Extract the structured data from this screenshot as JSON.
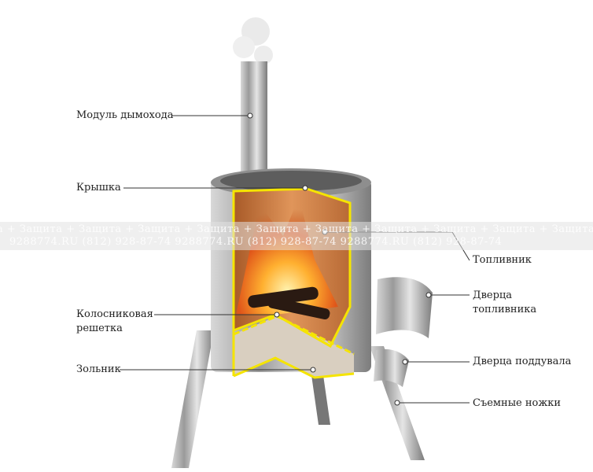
{
  "labels": {
    "chimney": "Модуль дымохода",
    "lid": "Крышка",
    "firebox": "Топливник",
    "grate_line1": "Колосниковая",
    "grate_line2": "решетка",
    "ashpan": "Зольник",
    "firebox_door_line1": "Дверца",
    "firebox_door_line2": "топливника",
    "ash_door": "Дверца поддувала",
    "legs": "Съемные ножки"
  },
  "watermark": {
    "row1": "а +     Защита +     Защита +     Защита +     Защита +     Защита +     Защита +     Защита +     Защита +     Защита +     Защита +",
    "row2": "9288774.RU    (812) 928-87-74    9288774.RU    (812) 928-87-74    9288774.RU    (812) 928-87-74"
  },
  "colors": {
    "highlight": "#f5e400",
    "copper": "#c9773a",
    "steel": "#b8b8b8"
  }
}
